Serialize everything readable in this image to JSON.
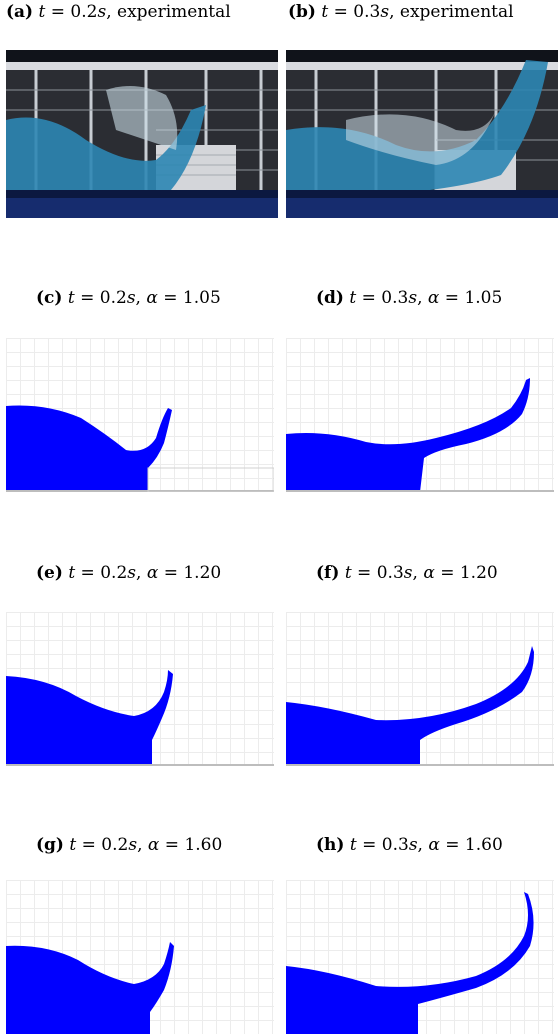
{
  "figure": {
    "panels": [
      {
        "label": "(a)",
        "t": "0.2",
        "unit": "s",
        "suffix": "experimental"
      },
      {
        "label": "(b)",
        "t": "0.3",
        "unit": "s",
        "suffix": "experimental"
      },
      {
        "label": "(c)",
        "t": "0.2",
        "unit": "s",
        "alpha": "1.05"
      },
      {
        "label": "(d)",
        "t": "0.3",
        "unit": "s",
        "alpha": "1.05"
      },
      {
        "label": "(e)",
        "t": "0.2",
        "unit": "s",
        "alpha": "1.20"
      },
      {
        "label": "(f)",
        "t": "0.3",
        "unit": "s",
        "alpha": "1.20"
      },
      {
        "label": "(g)",
        "t": "0.2",
        "unit": "s",
        "alpha": "1.60"
      },
      {
        "label": "(h)",
        "t": "0.3",
        "unit": "s",
        "alpha": "1.60"
      }
    ],
    "colors": {
      "fluid": "#0000ff",
      "photo_water": "#2a7fa8",
      "photo_dark": "#1a1f2a"
    }
  }
}
